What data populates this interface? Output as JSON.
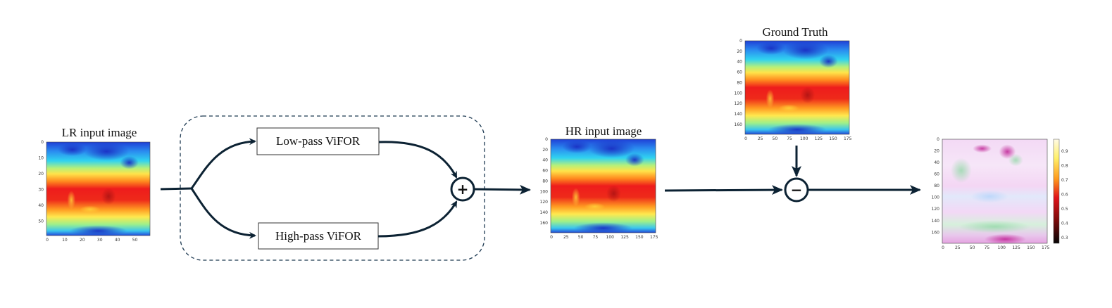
{
  "colors": {
    "connector": "#0c2233",
    "dashed_border": "#1e3a52",
    "jet_low": "#1f3fd6",
    "jet_mid": "#30d3f0",
    "jet_green": "#b6f07a",
    "jet_yellow": "#ffe34a",
    "jet_orange": "#ff8a1e",
    "jet_high": "#ee1c1c",
    "error_pink": "#f2c6f2",
    "error_green": "#cfeed8"
  },
  "lr_image": {
    "title": "LR input image",
    "y_ticks": [
      "0",
      "10",
      "20",
      "30",
      "40",
      "50"
    ],
    "x_ticks": [
      "0",
      "10",
      "20",
      "30",
      "40",
      "50"
    ]
  },
  "low_pass": {
    "label": "Low-pass ViFOR"
  },
  "high_pass": {
    "label": "High-pass ViFOR"
  },
  "add_op": {
    "symbol": "+"
  },
  "hr_image": {
    "title": "HR input image",
    "y_ticks": [
      "0",
      "20",
      "40",
      "60",
      "80",
      "100",
      "120",
      "140",
      "160"
    ],
    "x_ticks": [
      "0",
      "25",
      "50",
      "75",
      "100",
      "125",
      "150",
      "175"
    ]
  },
  "ground_truth": {
    "title": "Ground Truth",
    "y_ticks": [
      "0",
      "20",
      "40",
      "60",
      "80",
      "100",
      "120",
      "140",
      "160"
    ],
    "x_ticks": [
      "0",
      "25",
      "50",
      "75",
      "100",
      "125",
      "150",
      "175"
    ]
  },
  "subtract_op": {
    "symbol": "−"
  },
  "error_map": {
    "y_ticks": [
      "0",
      "20",
      "40",
      "60",
      "80",
      "100",
      "120",
      "140",
      "160"
    ],
    "x_ticks": [
      "0",
      "25",
      "50",
      "75",
      "100",
      "125",
      "150",
      "175"
    ],
    "colorbar_ticks": [
      "0.9",
      "0.8",
      "0.7",
      "0.6",
      "0.5",
      "0.4",
      "0.3"
    ]
  }
}
